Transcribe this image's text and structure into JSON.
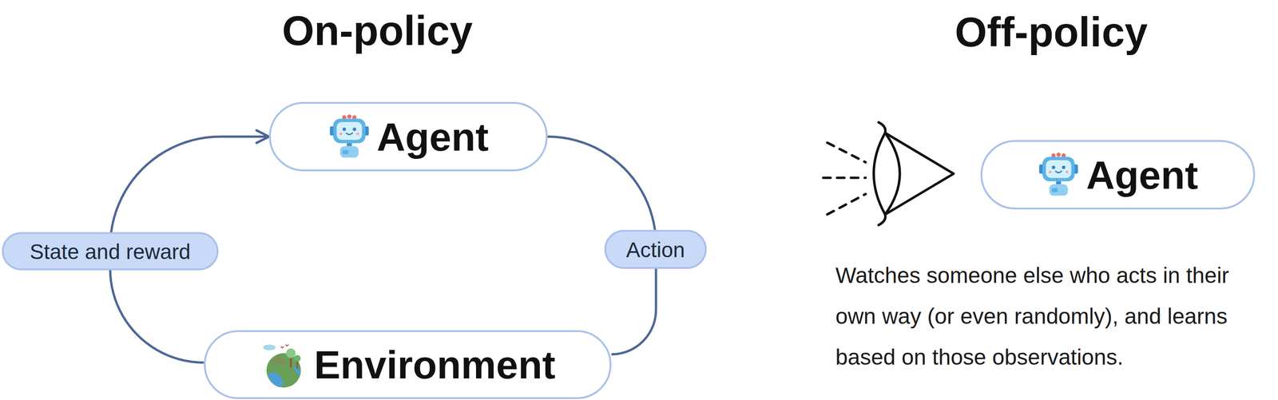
{
  "diagram": {
    "nodes": [
      {
        "text": [
          "Agent"
        ]
      },
      {
        "text": [
          "Environment"
        ]
      },
      {
        "text": [
          "Agent"
        ]
      }
    ],
    "edges": [
      {
        "from": 1,
        "to": 0,
        "arrow": "to",
        "label": "State and reward"
      },
      {
        "from": 0,
        "to": 1,
        "arrow": "none",
        "label": "Action"
      }
    ],
    "labels": [
      "On-policy",
      "Off-policy",
      "Watches someone else who acts in their own way (or even randomly), and learns based on those observations."
    ]
  }
}
